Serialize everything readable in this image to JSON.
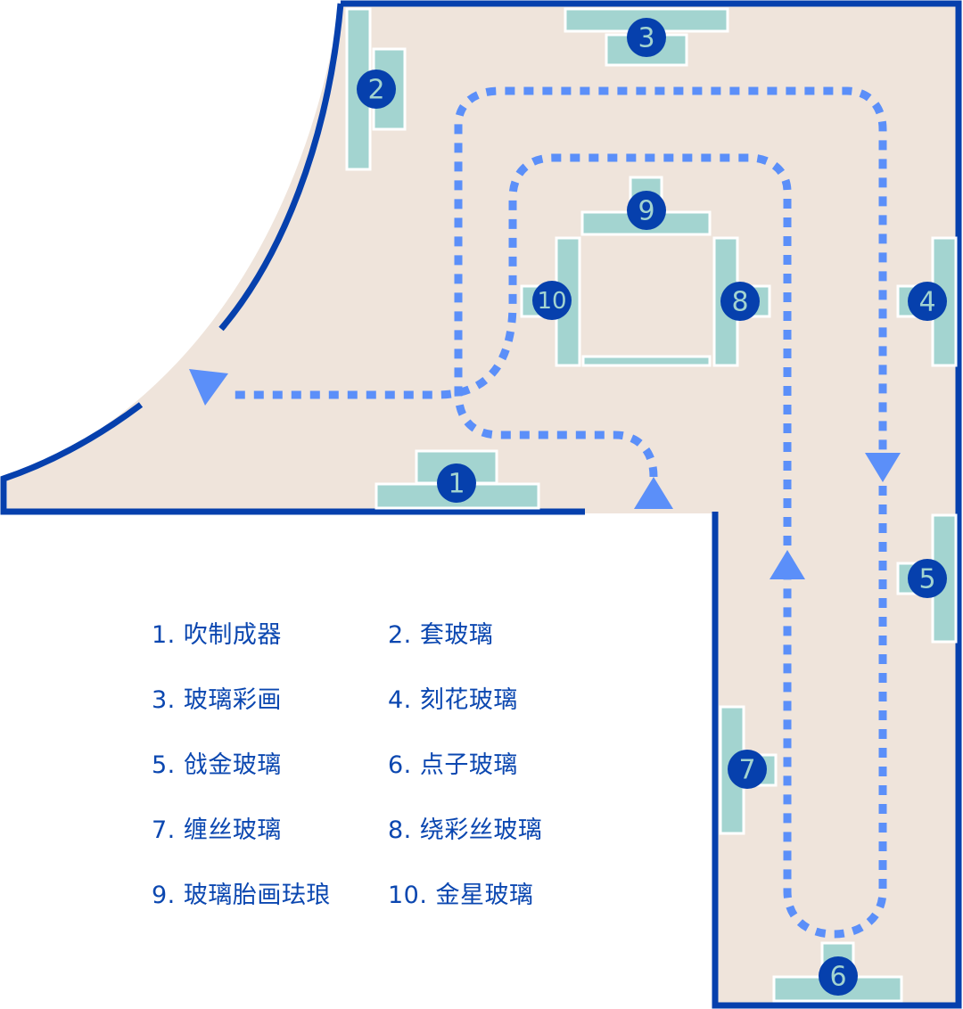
{
  "colors": {
    "floor": "#efe4db",
    "wall": "#0640ad",
    "case": "#a3d4d0",
    "case_border": "#ffffff",
    "badge": "#0640ad",
    "badge_text": "#a3d4d0",
    "route": "#5b8ff9",
    "legend_text": "#0b47b0"
  },
  "exhibits": [
    {
      "id": "1",
      "name": "吹制成器"
    },
    {
      "id": "2",
      "name": "套玻璃"
    },
    {
      "id": "3",
      "name": "玻璃彩画"
    },
    {
      "id": "4",
      "name": "刻花玻璃"
    },
    {
      "id": "5",
      "name": "戗金玻璃"
    },
    {
      "id": "6",
      "name": "点子玻璃"
    },
    {
      "id": "7",
      "name": "缠丝玻璃"
    },
    {
      "id": "8",
      "name": "绕彩丝玻璃"
    },
    {
      "id": "9",
      "name": "玻璃胎画珐琅"
    },
    {
      "id": "10",
      "name": "金星玻璃"
    }
  ],
  "legend": [
    "1. 吹制成器",
    "2. 套玻璃",
    "3. 玻璃彩画",
    "4. 刻花玻璃",
    "5. 戗金玻璃",
    "6. 点子玻璃",
    "7. 缠丝玻璃",
    "8. 绕彩丝玻璃",
    "9. 玻璃胎画珐琅",
    "10. 金星玻璃"
  ],
  "route": {
    "entrance_arrow": "up",
    "exit_arrow": "left",
    "direction_markers": [
      "down",
      "up"
    ]
  }
}
